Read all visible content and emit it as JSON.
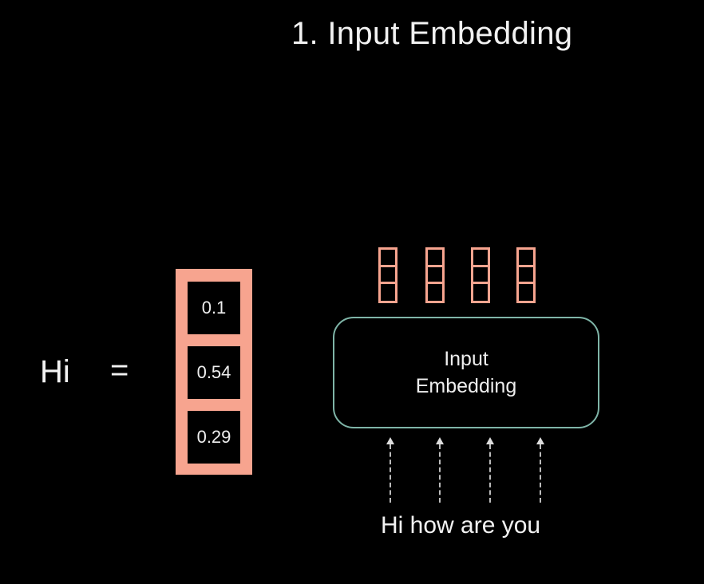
{
  "title": "1. Input Embedding",
  "token": {
    "word": "Hi",
    "equals": "="
  },
  "vector": {
    "values": [
      "0.1",
      "0.54",
      "0.29"
    ]
  },
  "embedding_block": {
    "label": "Input Embedding"
  },
  "input_sentence": "Hi how are you",
  "colors": {
    "vector": "#f7a48f",
    "block_border": "#7fb5a8",
    "background": "#000000"
  }
}
